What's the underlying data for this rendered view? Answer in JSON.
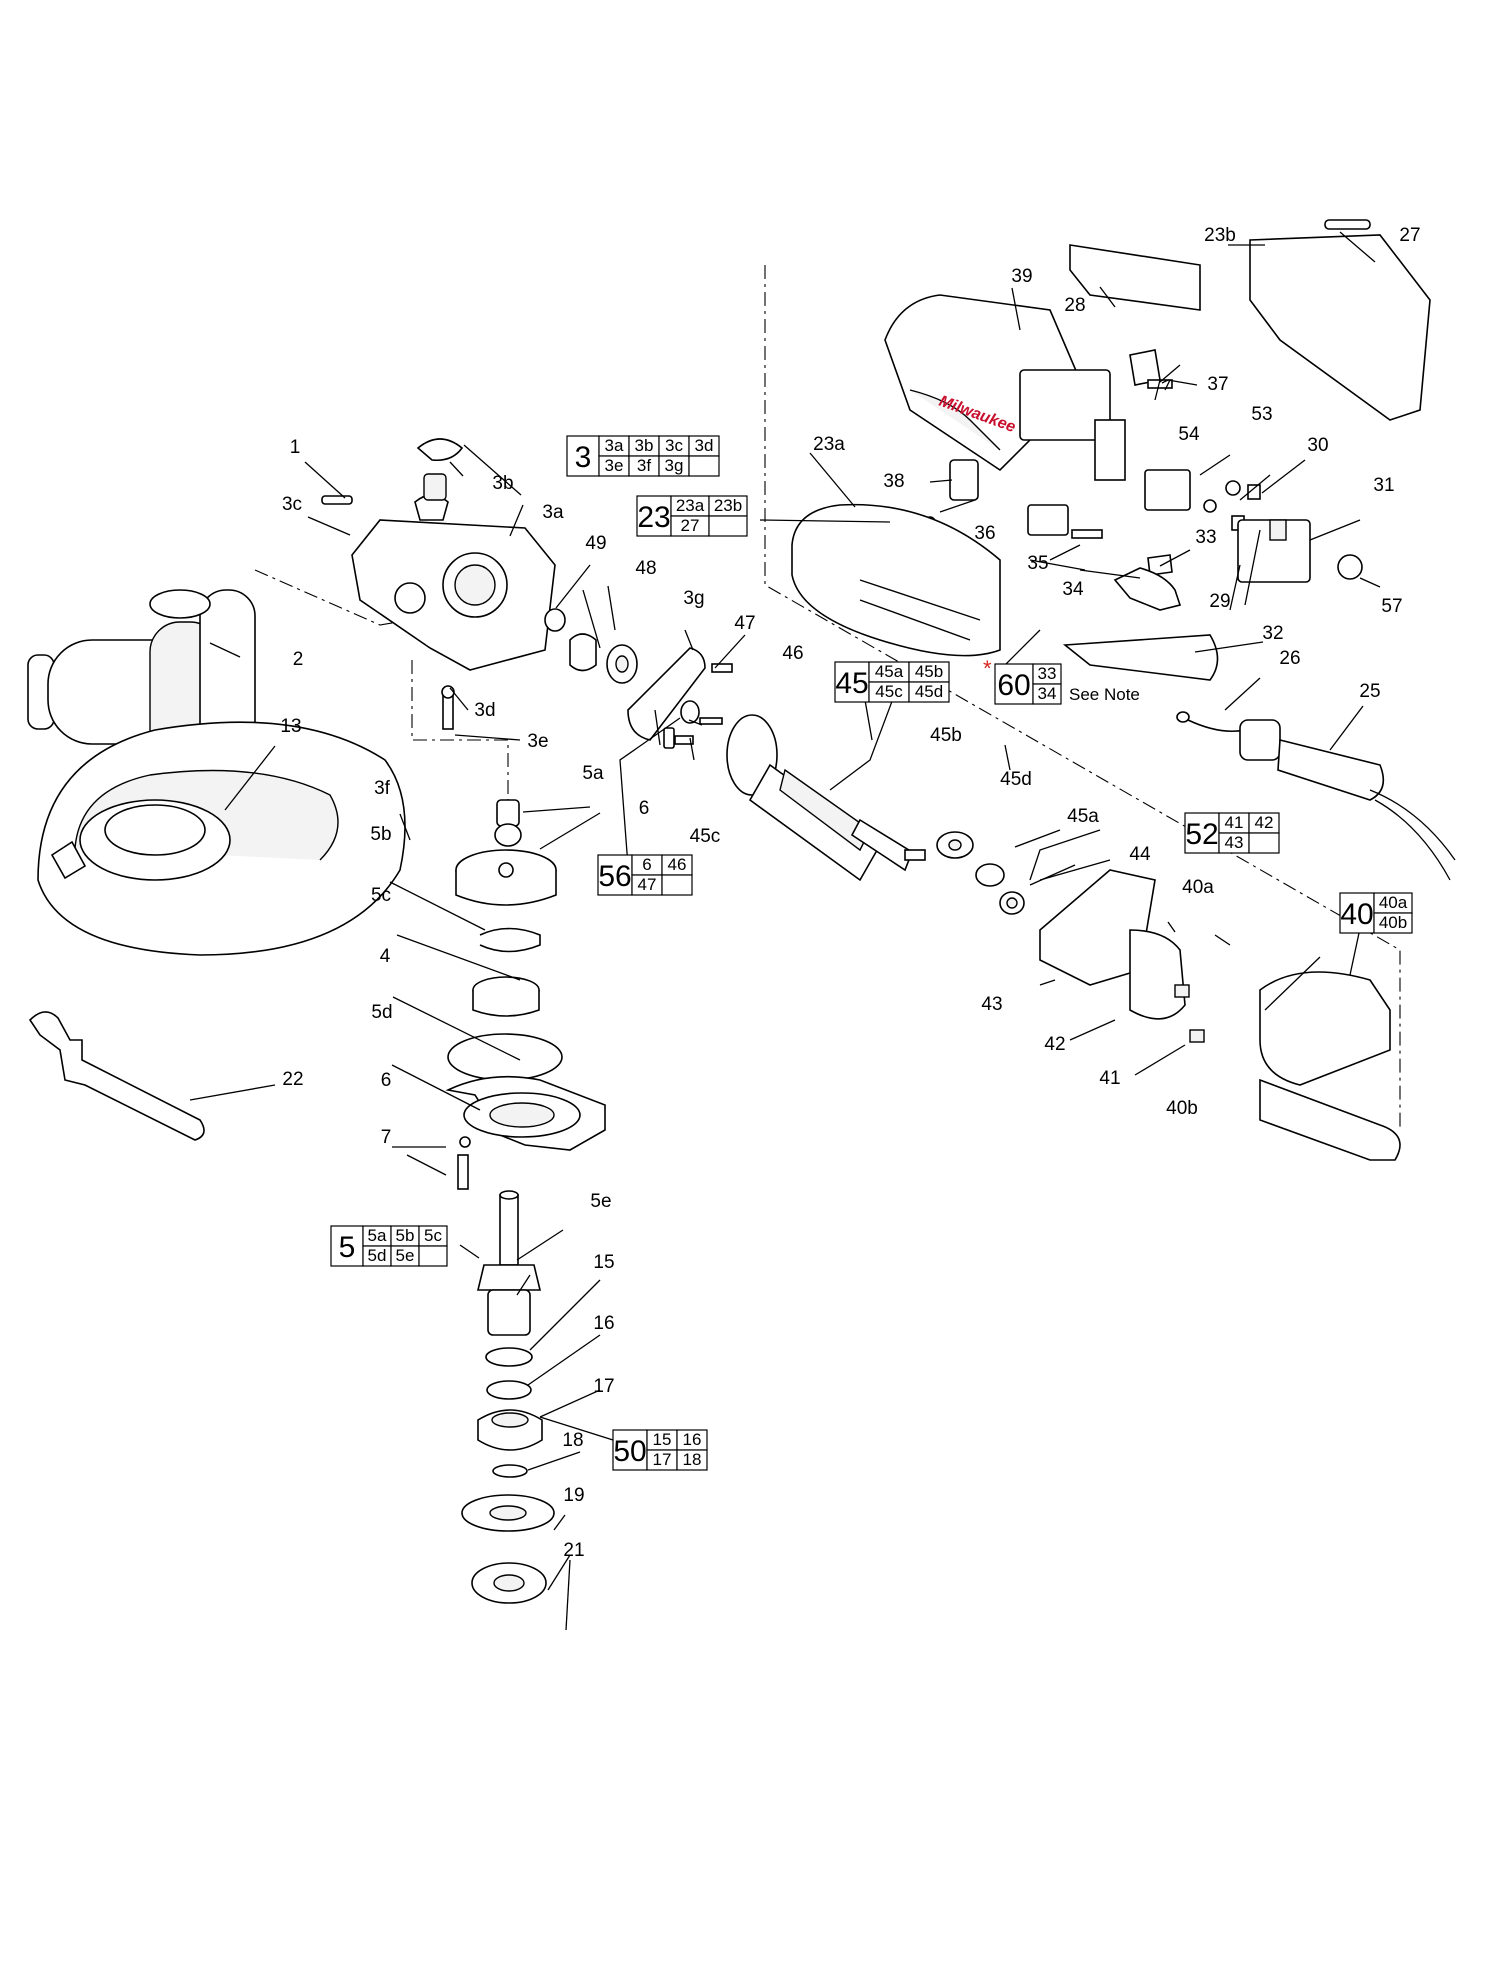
{
  "diagram": {
    "labels": {
      "l1": "1",
      "l2": "2",
      "l3a": "3a",
      "l3b": "3b",
      "l3c": "3c",
      "l3d": "3d",
      "l3e": "3e",
      "l3f": "3f",
      "l3g": "3g",
      "l4": "4",
      "l5a": "5a",
      "l5b": "5b",
      "l5c": "5c",
      "l5d": "5d",
      "l5e": "5e",
      "l6a": "6",
      "l6b": "6",
      "l7": "7",
      "l13": "13",
      "l15": "15",
      "l16": "16",
      "l17": "17",
      "l18": "18",
      "l19": "19",
      "l21": "21",
      "l22": "22",
      "l23a": "23a",
      "l23b": "23b",
      "l25": "25",
      "l26": "26",
      "l27": "27",
      "l28": "28",
      "l29": "29",
      "l30": "30",
      "l31": "31",
      "l32": "32",
      "l33": "33",
      "l34": "34",
      "l35": "35",
      "l36": "36",
      "l37": "37",
      "l38": "38",
      "l39": "39",
      "l40a": "40a",
      "l40b": "40b",
      "l41": "41",
      "l42": "42",
      "l43": "43",
      "l44": "44",
      "l45a": "45a",
      "l45b": "45b",
      "l45c": "45c",
      "l45d": "45d",
      "l46": "46",
      "l47": "47",
      "l48": "48",
      "l49": "49",
      "l53": "53",
      "l54": "54",
      "l57": "57"
    },
    "kits": [
      {
        "id": "3",
        "rows": [
          [
            "3a",
            "3b",
            "3c",
            "3d"
          ],
          [
            "3e",
            "3f",
            "3g",
            ""
          ]
        ]
      },
      {
        "id": "23",
        "rows": [
          [
            "23a",
            "23b"
          ],
          [
            "27",
            ""
          ]
        ]
      },
      {
        "id": "45",
        "rows": [
          [
            "45a",
            "45b"
          ],
          [
            "45c",
            "45d"
          ]
        ]
      },
      {
        "id": "60",
        "rows": [
          [
            "33"
          ],
          [
            "34"
          ]
        ],
        "note": "See Note",
        "marker": "*"
      },
      {
        "id": "56",
        "rows": [
          [
            "6",
            "46"
          ],
          [
            "47",
            ""
          ]
        ]
      },
      {
        "id": "52",
        "rows": [
          [
            "41",
            "42"
          ],
          [
            "43",
            ""
          ]
        ]
      },
      {
        "id": "40",
        "rows": [
          [
            "40a"
          ],
          [
            "40b"
          ]
        ]
      },
      {
        "id": "5",
        "rows": [
          [
            "5a",
            "5b",
            "5c"
          ],
          [
            "5d",
            "5e",
            ""
          ]
        ]
      },
      {
        "id": "50",
        "rows": [
          [
            "15",
            "16"
          ],
          [
            "17",
            "18"
          ]
        ]
      }
    ],
    "brand_mark": "Milwaukee",
    "colors": {
      "line": "#000000",
      "note_marker": "#d7261e",
      "background": "#ffffff"
    }
  }
}
